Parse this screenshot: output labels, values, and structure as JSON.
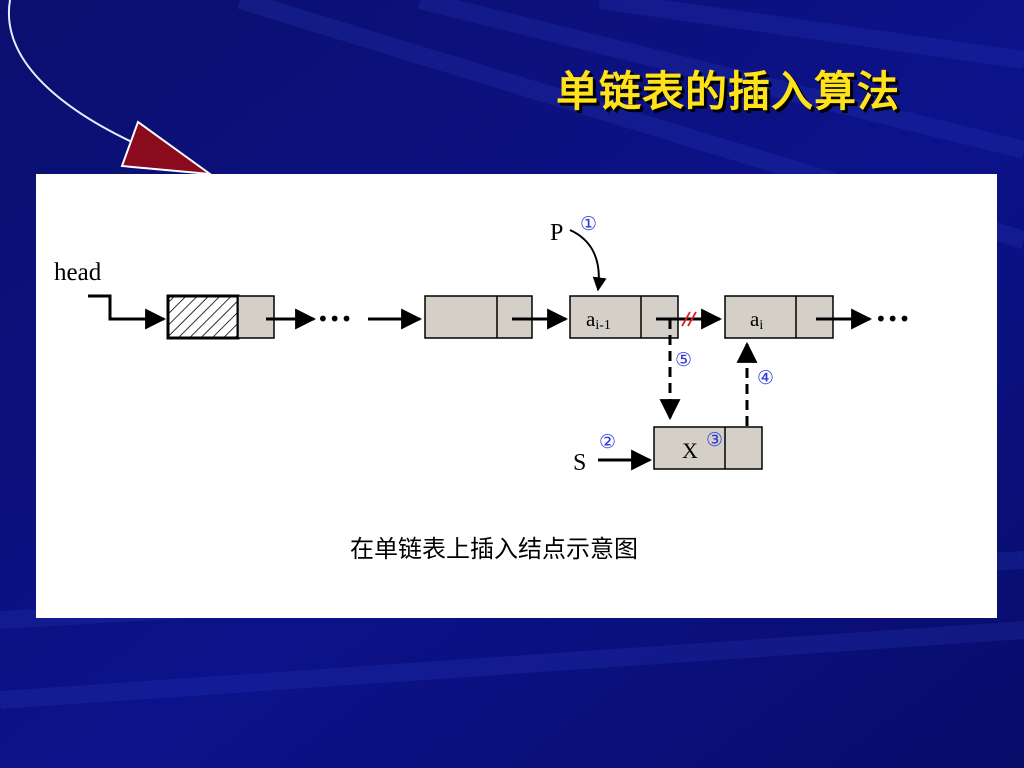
{
  "title": "单链表的插入算法",
  "diagram": {
    "head_label": "head",
    "p_label": "P",
    "s_label": "S",
    "node_prev_label": "a",
    "node_prev_sub": "i-1",
    "node_cur_label": "a",
    "node_cur_sub": "i",
    "node_new_label": "X",
    "ellipsis": "•••",
    "step1": "①",
    "step2": "②",
    "step3": "③",
    "step4": "④",
    "step5": "⑤",
    "caption": "在单链表上插入结点示意图"
  },
  "colors": {
    "background": "#0a1078",
    "title": "#ffe21a",
    "node_fill": "#d4d0c8",
    "step_number": "#2a3ad8",
    "arrow_decoration": "#8a0a1e",
    "broken_link": "#e02020"
  }
}
